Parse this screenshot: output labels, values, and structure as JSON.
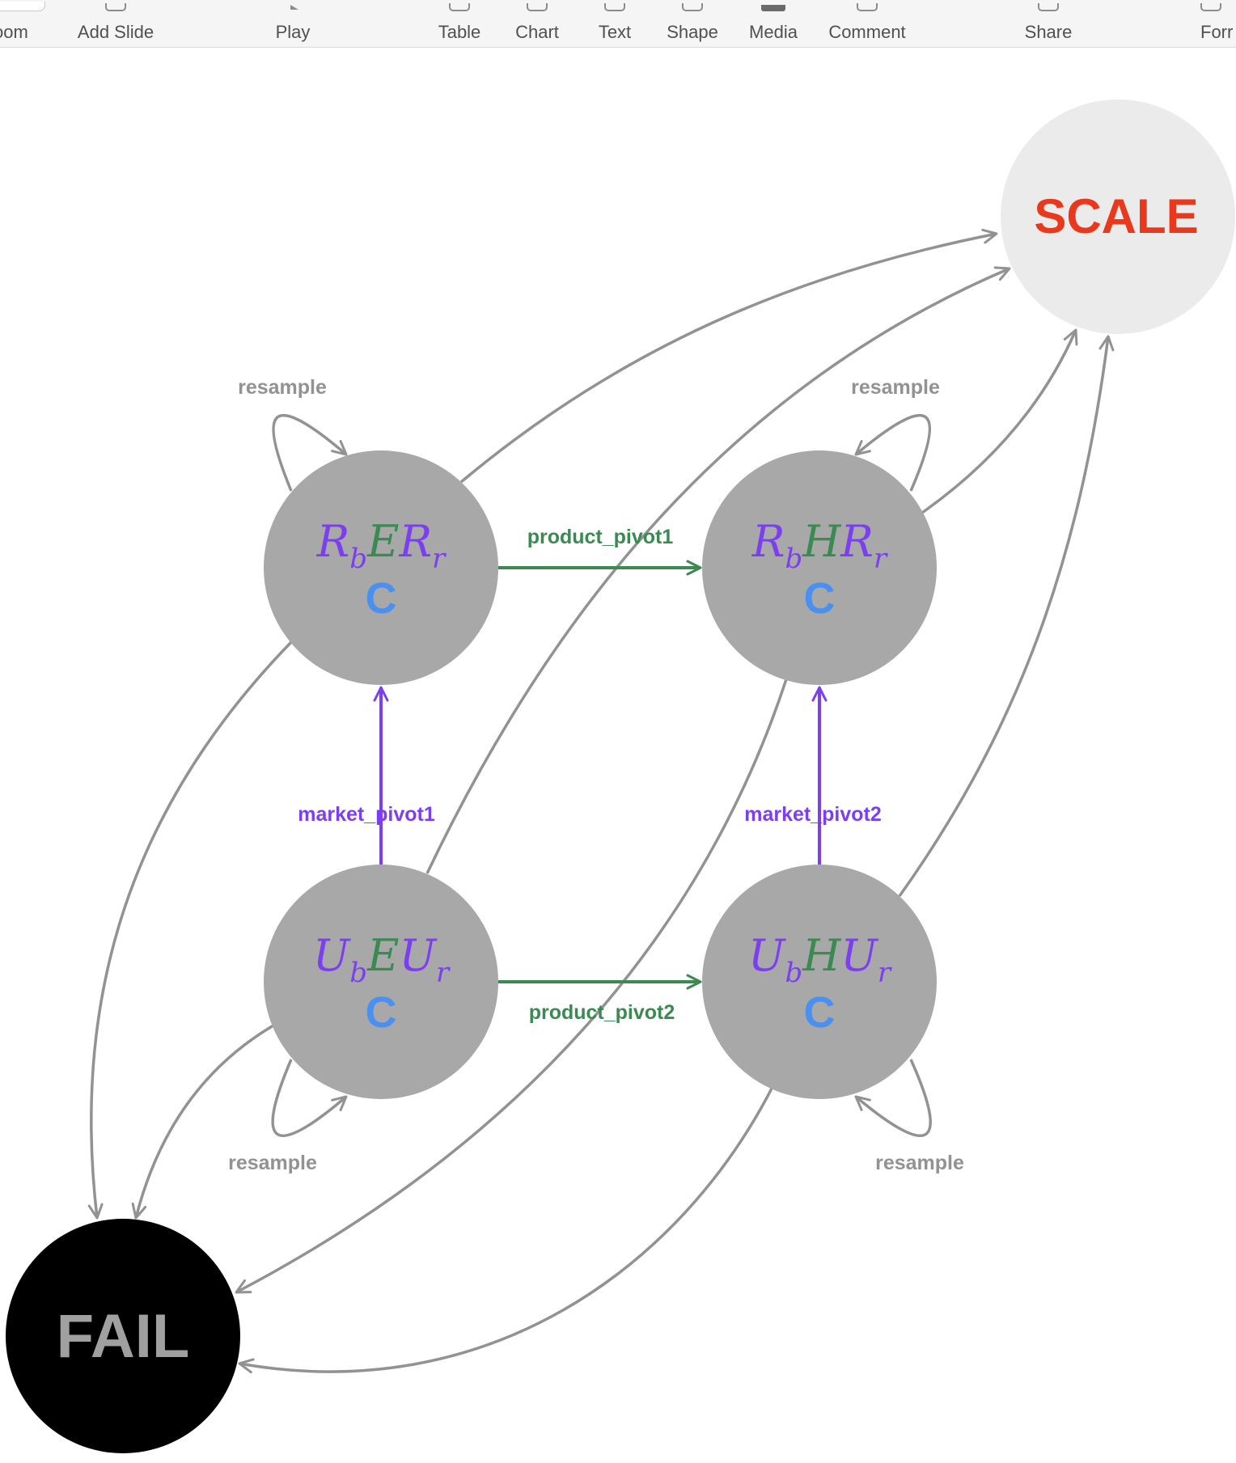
{
  "toolbar": {
    "items": [
      {
        "label": "oom",
        "icon": "zoom-icon"
      },
      {
        "label": "Add Slide",
        "icon": "add-slide-icon"
      },
      {
        "label": "Play",
        "icon": "play-icon"
      },
      {
        "label": "Table",
        "icon": "table-icon"
      },
      {
        "label": "Chart",
        "icon": "chart-icon"
      },
      {
        "label": "Text",
        "icon": "text-icon"
      },
      {
        "label": "Shape",
        "icon": "shape-icon"
      },
      {
        "label": "Media",
        "icon": "media-icon"
      },
      {
        "label": "Comment",
        "icon": "comment-icon"
      },
      {
        "label": "Share",
        "icon": "share-icon"
      },
      {
        "label": "Forr",
        "icon": "format-icon"
      }
    ]
  },
  "diagram": {
    "colors": {
      "purple": "#7b3ff0",
      "green": "#3a8a52",
      "blue": "#4a90f0",
      "gray_node": "#a8a8a8",
      "edge": "#929292",
      "scale_fill": "#ebebeb",
      "scale_text": "#e8391d",
      "fail_fill": "#000000",
      "fail_text": "#a0a0a0"
    },
    "nodes": {
      "scale": {
        "label": "SCALE"
      },
      "fail": {
        "label": "FAIL"
      },
      "rber": {
        "a": "R",
        "a_sub": "b",
        "mid": "E",
        "b": "R",
        "b_sub": "r",
        "letter": "C"
      },
      "rbhr": {
        "a": "R",
        "a_sub": "b",
        "mid": "H",
        "b": "R",
        "b_sub": "r",
        "letter": "C"
      },
      "ubeu": {
        "a": "U",
        "a_sub": "b",
        "mid": "E",
        "b": "U",
        "b_sub": "r",
        "letter": "C"
      },
      "ubhu": {
        "a": "U",
        "a_sub": "b",
        "mid": "H",
        "b": "U",
        "b_sub": "r",
        "letter": "C"
      }
    },
    "edge_labels": {
      "product_pivot1": "product_pivot1",
      "product_pivot2": "product_pivot2",
      "market_pivot1": "market_pivot1",
      "market_pivot2": "market_pivot2",
      "resample_rber": "resample",
      "resample_rbhr": "resample",
      "resample_ubeu": "resample",
      "resample_ubhu": "resample"
    }
  }
}
